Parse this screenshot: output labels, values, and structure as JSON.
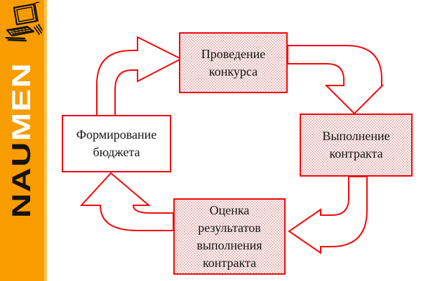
{
  "slide": {
    "background": "#ffffff"
  },
  "sidebar": {
    "background": "#f99c00",
    "edge_stripe_color": "#fcc35a",
    "icon": "computer-sketch-icon",
    "logo": {
      "text": "NAUMEN",
      "part_black": "NAU",
      "part_white": "MEN"
    }
  },
  "diagram": {
    "accent_color": "#f40808",
    "dotted_fill_base": "#fcf6f6",
    "dotted_dot_color": "#e3abab",
    "nodes": [
      {
        "id": "budget",
        "label": "Формирование бюджета",
        "lines": [
          "Формирование",
          "бюджета"
        ],
        "fill": "white"
      },
      {
        "id": "tender",
        "label": "Проведение конкурса",
        "lines": [
          "Проведение",
          "конкурса"
        ],
        "fill": "dotted"
      },
      {
        "id": "contract",
        "label": "Выполнение контракта",
        "lines": [
          "Выполнение",
          "контракта"
        ],
        "fill": "dotted"
      },
      {
        "id": "evaluation",
        "label": "Оценка результатов выполнения контракта",
        "lines": [
          "Оценка",
          "результатов",
          "выполнения",
          "контракта"
        ],
        "fill": "dotted"
      }
    ],
    "arrows": [
      {
        "from": "budget",
        "to": "tender",
        "shape": "bent-up-right"
      },
      {
        "from": "tender",
        "to": "contract",
        "shape": "bent-right-down"
      },
      {
        "from": "contract",
        "to": "evaluation",
        "shape": "bent-down-left"
      },
      {
        "from": "evaluation",
        "to": "budget",
        "shape": "bent-left-up"
      }
    ]
  }
}
